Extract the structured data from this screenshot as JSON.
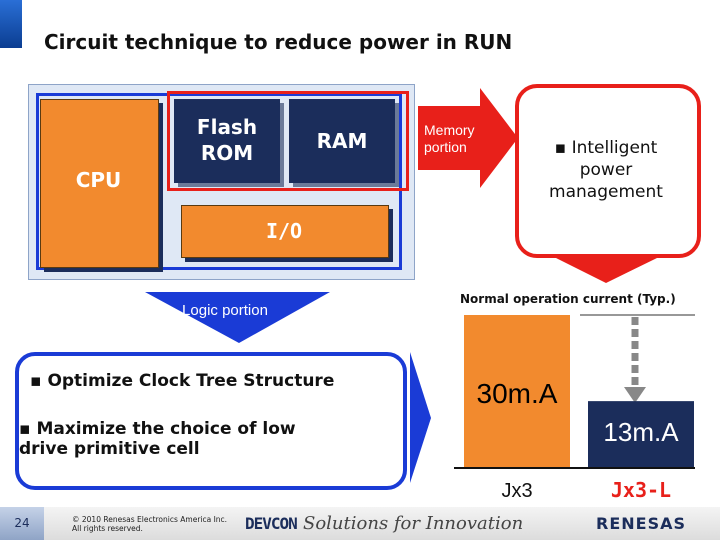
{
  "slide": {
    "title": "Circuit technique to reduce power in RUN"
  },
  "chip": {
    "cpu_label": "CPU",
    "flash_label": "Flash\nROM",
    "ram_label": "RAM",
    "io_label": "I/O"
  },
  "arrows": {
    "memory_label": "Memory\nportion",
    "logic_label": "Logic portion"
  },
  "memory_box": {
    "text": "▪ Intelligent\npower\nmanagement"
  },
  "logic_box": {
    "item1": "▪ Optimize Clock Tree Structure",
    "item2": "▪ Maximize the choice of low\ndrive primitive cell"
  },
  "chart_data": {
    "type": "bar",
    "title": "Normal operation current (Typ.)",
    "categories": [
      "Jx3",
      "Jx3-L"
    ],
    "values": [
      30,
      13
    ],
    "data_labels": [
      "30m.A",
      "13m.A"
    ],
    "ylabel": "",
    "xlabel": ""
  },
  "footer": {
    "page_number": "24",
    "copyright": "© 2010 Renesas Electronics America Inc.\nAll rights reserved.",
    "devcon": "DEVCON",
    "tagline": "Solutions for Innovation",
    "brand": "RENESAS"
  },
  "colors": {
    "orange": "#F28A2E",
    "navy": "#1B2D5B",
    "blue": "#1A3BD6",
    "red": "#E8201A"
  }
}
